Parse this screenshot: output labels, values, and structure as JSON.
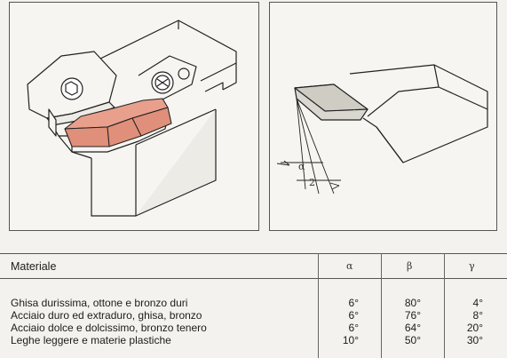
{
  "figure_labels": {
    "alpha": "α",
    "beta2": "2"
  },
  "table": {
    "header": {
      "material": "Materiale",
      "alpha": "α",
      "beta": "β",
      "gamma": "γ"
    },
    "rows": [
      {
        "material": "Ghisa durissima, ottone e bronzo duri",
        "alpha": "6°",
        "beta": "80°",
        "gamma": "4°"
      },
      {
        "material": "Acciaio duro ed extraduro, ghisa, bronzo",
        "alpha": "6°",
        "beta": "76°",
        "gamma": "8°"
      },
      {
        "material": "Acciaio dolce e dolcissimo, bronzo tenero",
        "alpha": "6°",
        "beta": "64°",
        "gamma": "20°"
      },
      {
        "material": "Leghe leggere e materie plastiche",
        "alpha": "10°",
        "beta": "50°",
        "gamma": "30°"
      }
    ]
  },
  "colors": {
    "insert_fill": "#e8a08c",
    "line": "#222222"
  }
}
